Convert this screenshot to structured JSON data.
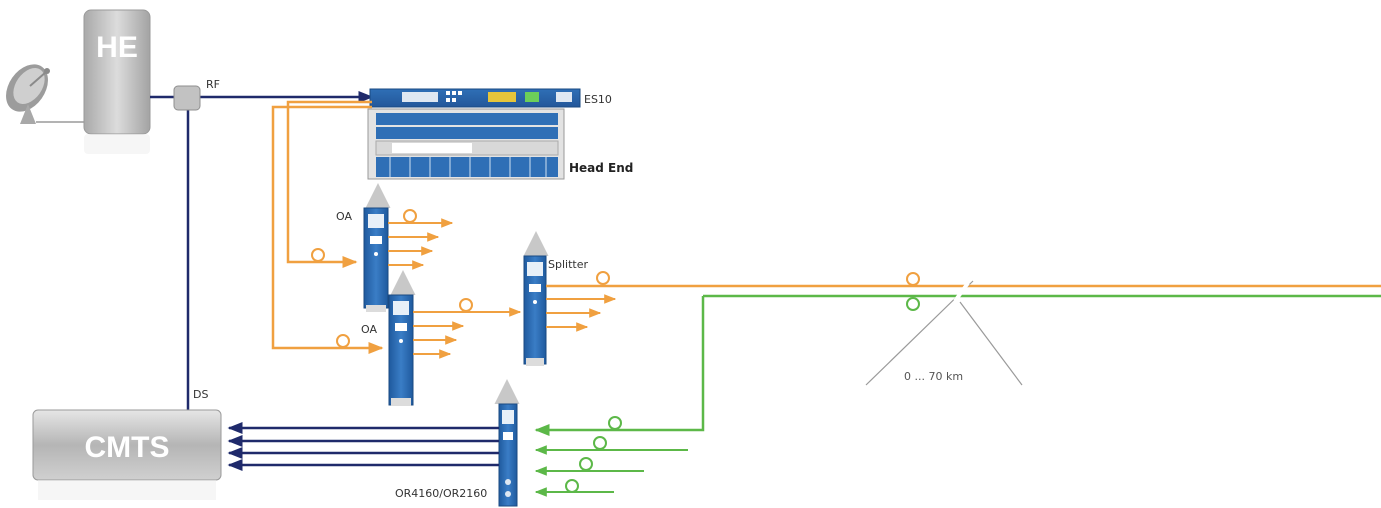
{
  "labels": {
    "he": "HE",
    "rf": "RF",
    "es10": "ES10",
    "head_end": "Head End",
    "oa_top": "OA",
    "oa_bottom": "OA",
    "splitter": "Splitter",
    "distance": "0 ... 70 km",
    "ds": "DS",
    "cmts": "CMTS",
    "receiver": "OR4160/OR2160"
  },
  "colors": {
    "downstream_fiber": "#f0a040",
    "upstream_fiber": "#5cb848",
    "rf_line": "#1f2a6b",
    "module_blue": "#2f6fb6",
    "device_gray": "#c4c4c4"
  },
  "icons": {
    "satellite_dish": "satellite-dish-icon",
    "rf_coupler": "rf-coupler-icon",
    "fiber_spool": "fiber-loop-icon"
  }
}
